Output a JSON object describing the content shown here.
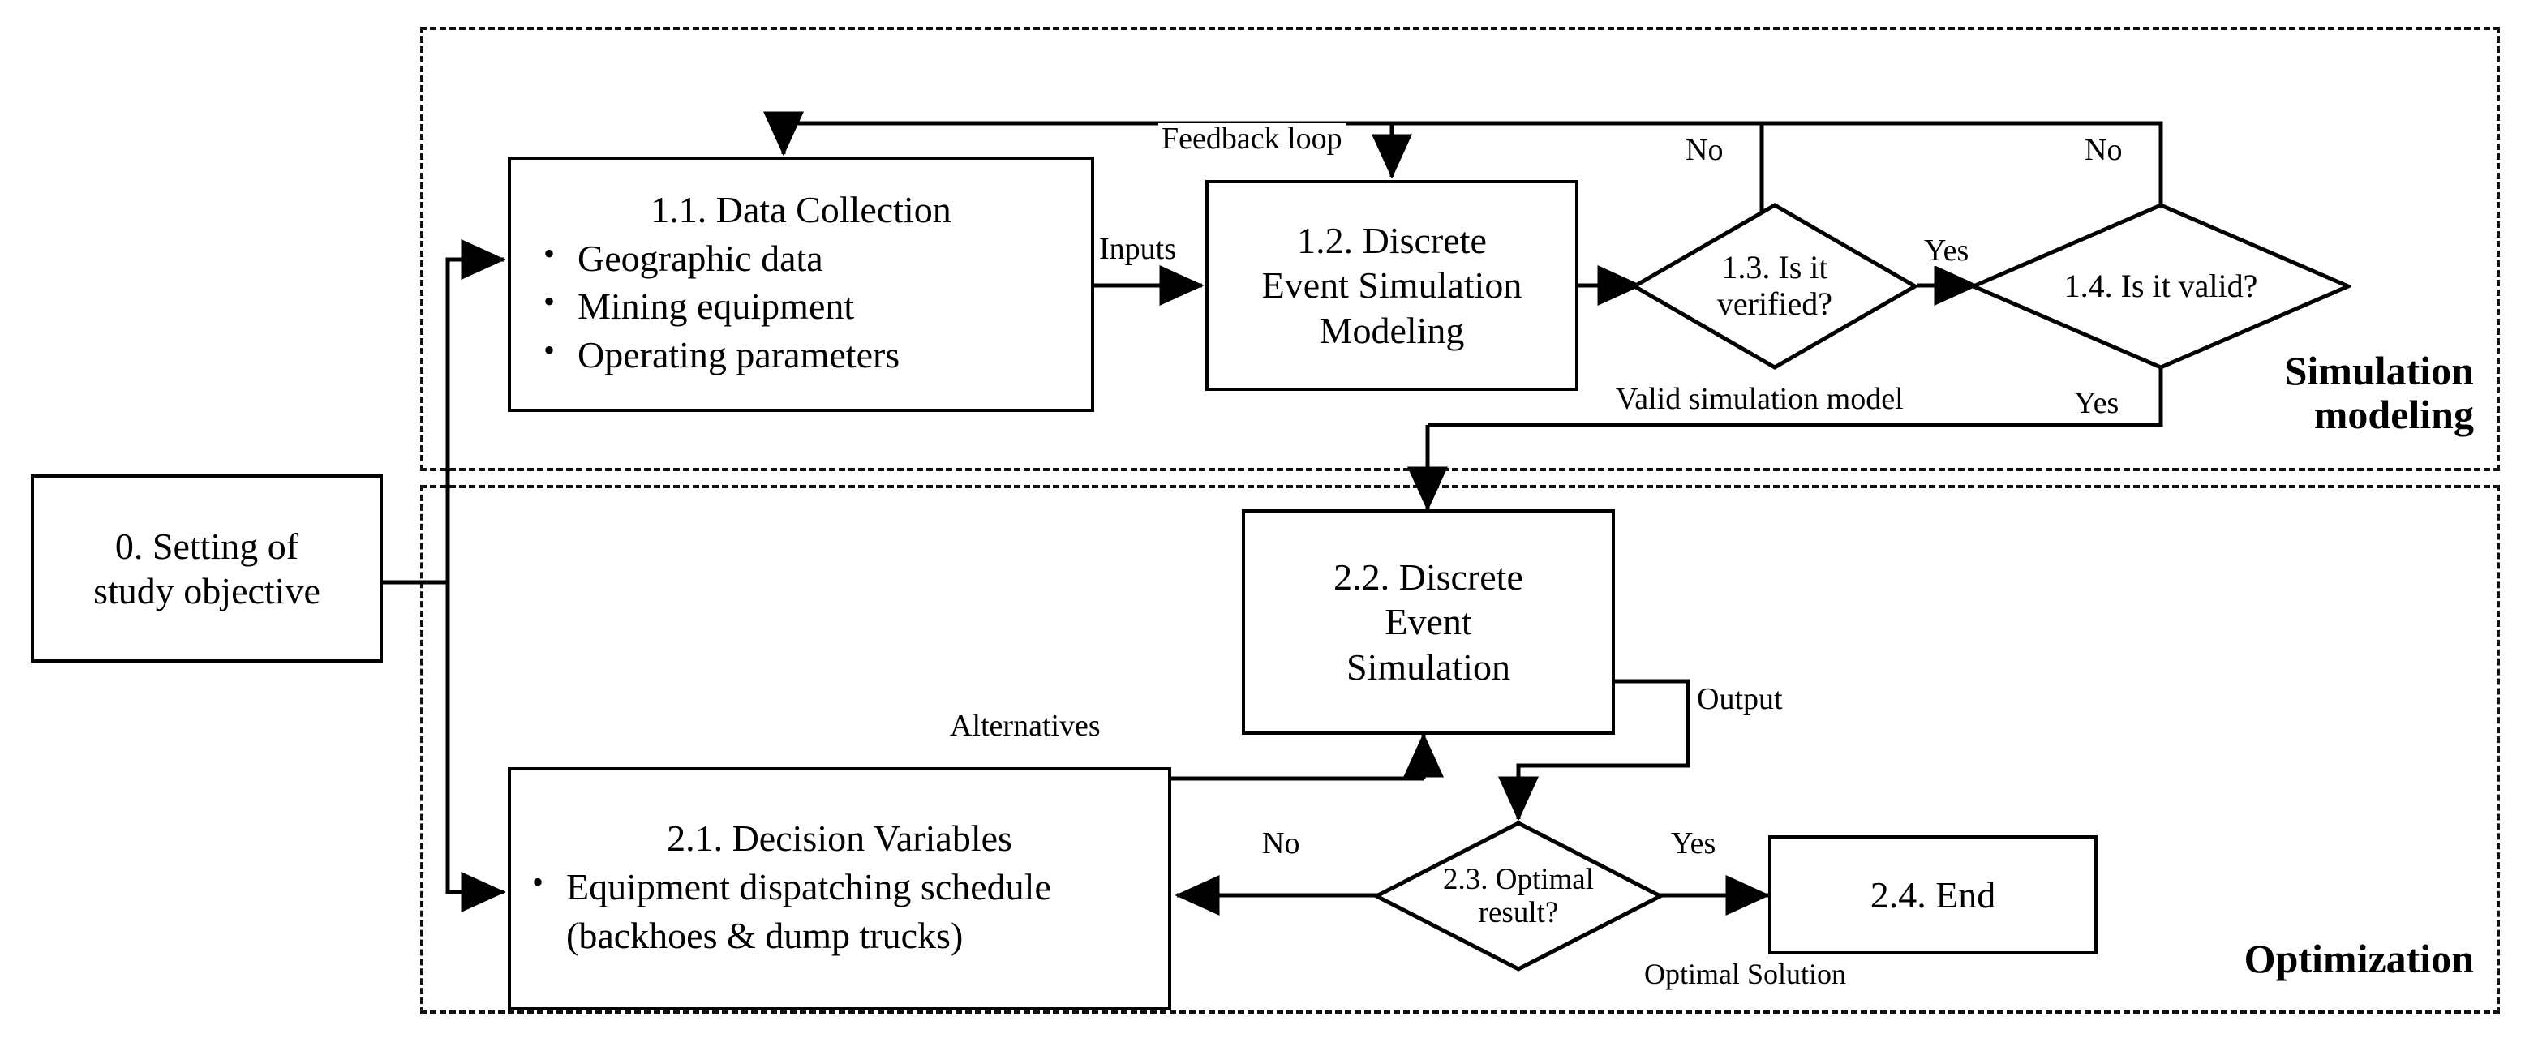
{
  "diagram": {
    "zones": [
      {
        "name": "simulation-modeling",
        "label": "Simulation\nmodeling"
      },
      {
        "name": "optimization",
        "label": "Optimization"
      }
    ],
    "nodes": {
      "objective": {
        "id": "0",
        "title": "0. Setting of\nstudy objective"
      },
      "data_collection": {
        "id": "1.1",
        "title": "1.1. Data Collection",
        "bullets": [
          "Geographic data",
          "Mining equipment",
          "Operating parameters"
        ]
      },
      "des_modeling": {
        "id": "1.2",
        "title": "1.2. Discrete\nEvent Simulation\nModeling"
      },
      "verified": {
        "id": "1.3",
        "title": "1.3. Is it\nverified?"
      },
      "valid": {
        "id": "1.4",
        "title": "1.4. Is it valid?"
      },
      "des_run": {
        "id": "2.2",
        "title": "2.2. Discrete\nEvent\nSimulation"
      },
      "decision_vars": {
        "id": "2.1",
        "title": "2.1. Decision Variables",
        "bullets": [
          "Equipment dispatching schedule (backhoes & dump trucks)"
        ]
      },
      "optimal": {
        "id": "2.3",
        "title": "2.3. Optimal\nresult?"
      },
      "end": {
        "id": "2.4",
        "title": "2.4. End"
      }
    },
    "edge_labels": {
      "inputs": "Inputs",
      "feedback_loop": "Feedback loop",
      "no_verified": "No",
      "no_valid": "No",
      "yes_verified": "Yes",
      "yes_valid": "Yes",
      "valid_simulation_model": "Valid simulation model",
      "output": "Output",
      "alternatives": "Alternatives",
      "no_optimal": "No",
      "yes_optimal": "Yes",
      "optimal_solution": "Optimal Solution"
    },
    "colors": {
      "stroke": "#000000",
      "background": "#ffffff",
      "zone_border": "#111111"
    }
  }
}
